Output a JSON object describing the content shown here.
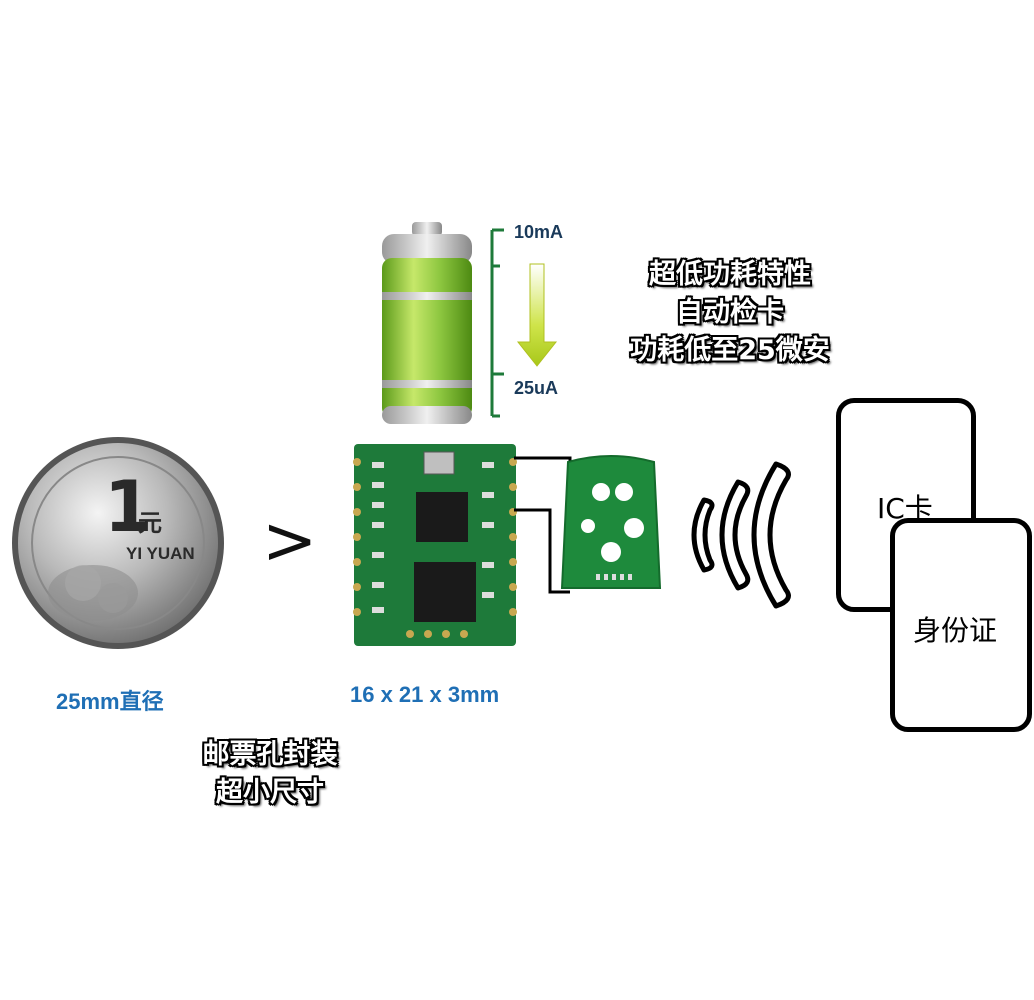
{
  "coin": {
    "numeral": "1",
    "char": "元",
    "text": "YI YUAN"
  },
  "coin_caption": "25mm直径",
  "module_caption": "16 x 21 x 3mm",
  "comparison_symbol": ">",
  "battery_scale": {
    "top_label": "10mA",
    "bottom_label": "25uA"
  },
  "features": [
    "超低功耗特性",
    "自动检卡",
    "功耗低至25微安"
  ],
  "package_notes": [
    "邮票孔封装",
    "超小尺寸"
  ],
  "cards": {
    "ic_card": "IC卡",
    "id_card": "身份证"
  },
  "colors": {
    "caption_blue": "#1f6fb5",
    "pcb_green": "#1e7a3a",
    "battery_green": "#8cc63f"
  }
}
